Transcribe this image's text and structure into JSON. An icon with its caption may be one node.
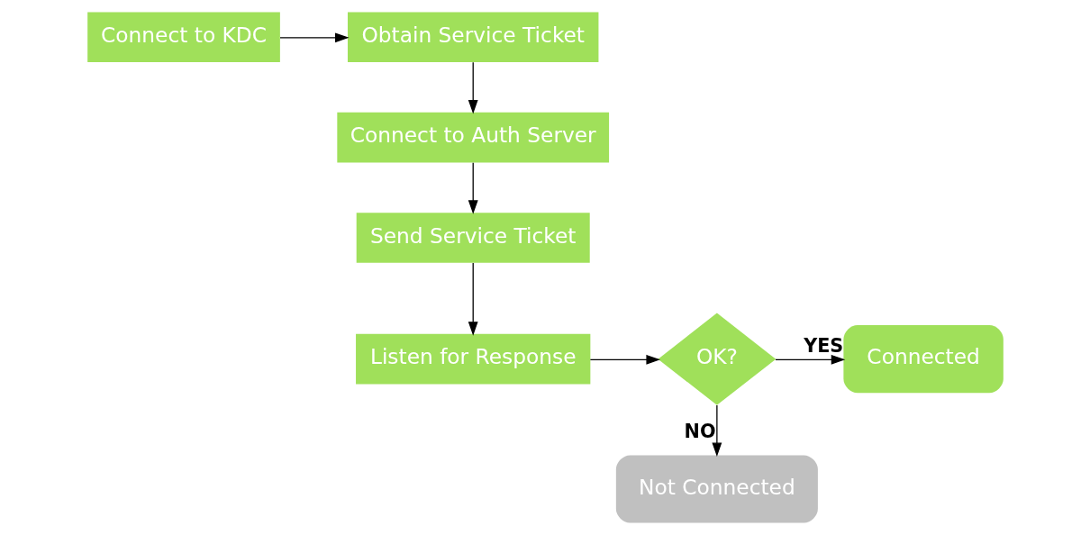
{
  "diagram": {
    "nodes": [
      {
        "text": [
          "Connect to KDC"
        ]
      },
      {
        "text": [
          "Obtain Service Ticket"
        ]
      },
      {
        "text": [
          "Connect to Auth Server"
        ]
      },
      {
        "text": [
          "Send Service Ticket"
        ]
      },
      {
        "text": [
          "Listen for Response"
        ]
      },
      {
        "text": [
          "OK?"
        ]
      },
      {
        "text": [
          "Not Connected"
        ]
      },
      {
        "text": [
          "Connected"
        ]
      }
    ],
    "edges": [
      {
        "from": 0,
        "to": 1,
        "arrow": "to"
      },
      {
        "from": 1,
        "to": 2,
        "arrow": "to"
      },
      {
        "from": 2,
        "to": 3,
        "arrow": "to"
      },
      {
        "from": 3,
        "to": 4,
        "arrow": "to"
      },
      {
        "from": 4,
        "to": 5,
        "arrow": "to"
      },
      {
        "from": 5,
        "to": 6,
        "arrow": "to",
        "label": "NO"
      },
      {
        "from": 5,
        "to": 7,
        "arrow": "to",
        "label": "YES"
      }
    ]
  }
}
